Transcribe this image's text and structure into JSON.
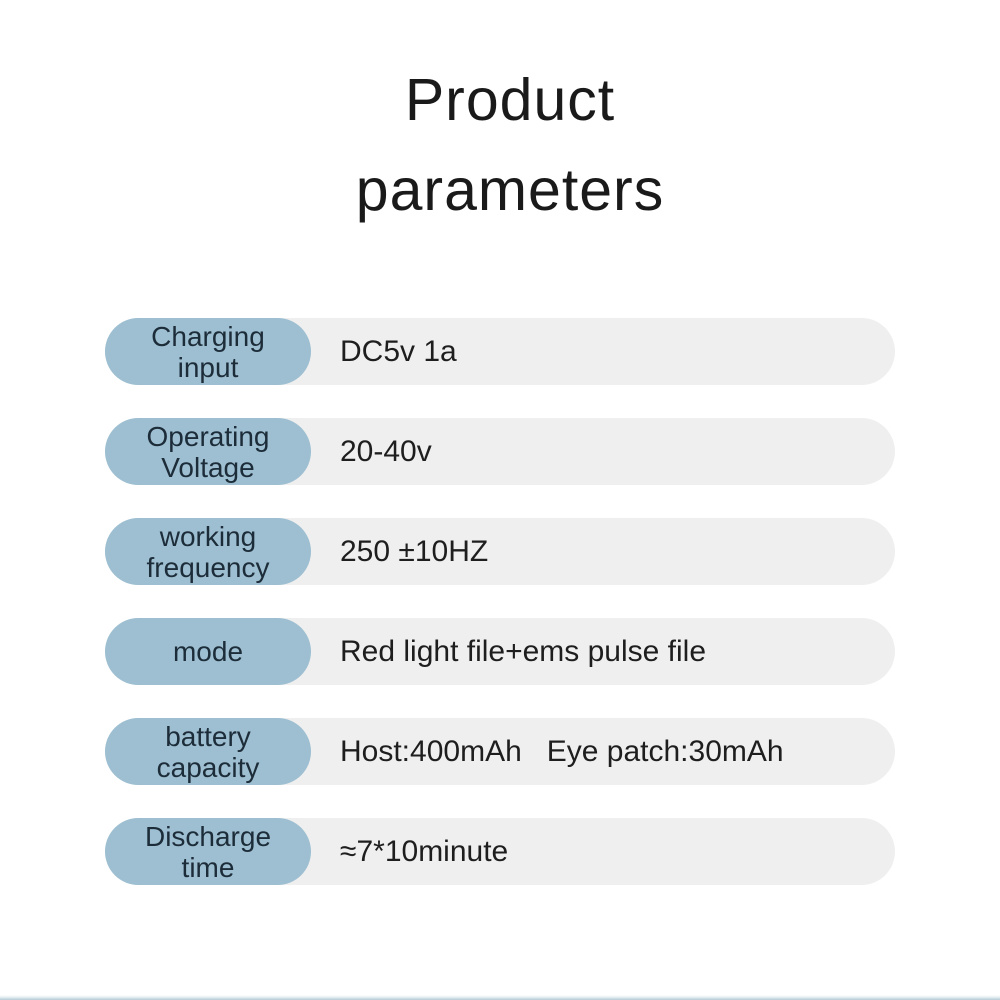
{
  "page": {
    "title_line1": "Product",
    "title_line2": "parameters"
  },
  "colors": {
    "label_pill": "#9dbfd1",
    "value_pill": "#efefef",
    "label_text": "#1d2c39",
    "value_text": "#1e1e1e",
    "title_text": "#1a1a1a",
    "bottom_strip": "#b3cbd4"
  },
  "parameters": [
    {
      "label": "Charging input",
      "label_lines": [
        "Charging",
        "input"
      ],
      "value": "DC5v 1a"
    },
    {
      "label": "Operating Voltage",
      "label_lines": [
        "Operating",
        "Voltage"
      ],
      "value": "20-40v"
    },
    {
      "label": "working frequency",
      "label_lines": [
        "working",
        "frequency"
      ],
      "value": "250 ±10HZ"
    },
    {
      "label": "mode",
      "label_lines": [
        "mode"
      ],
      "value": "Red light file+ems pulse file"
    },
    {
      "label": "battery capacity",
      "label_lines": [
        "battery",
        "capacity"
      ],
      "value": "Host:400mAh   Eye patch:30mAh"
    },
    {
      "label": "Discharge time",
      "label_lines": [
        "Discharge",
        "time"
      ],
      "value": "≈7*10minute"
    }
  ]
}
